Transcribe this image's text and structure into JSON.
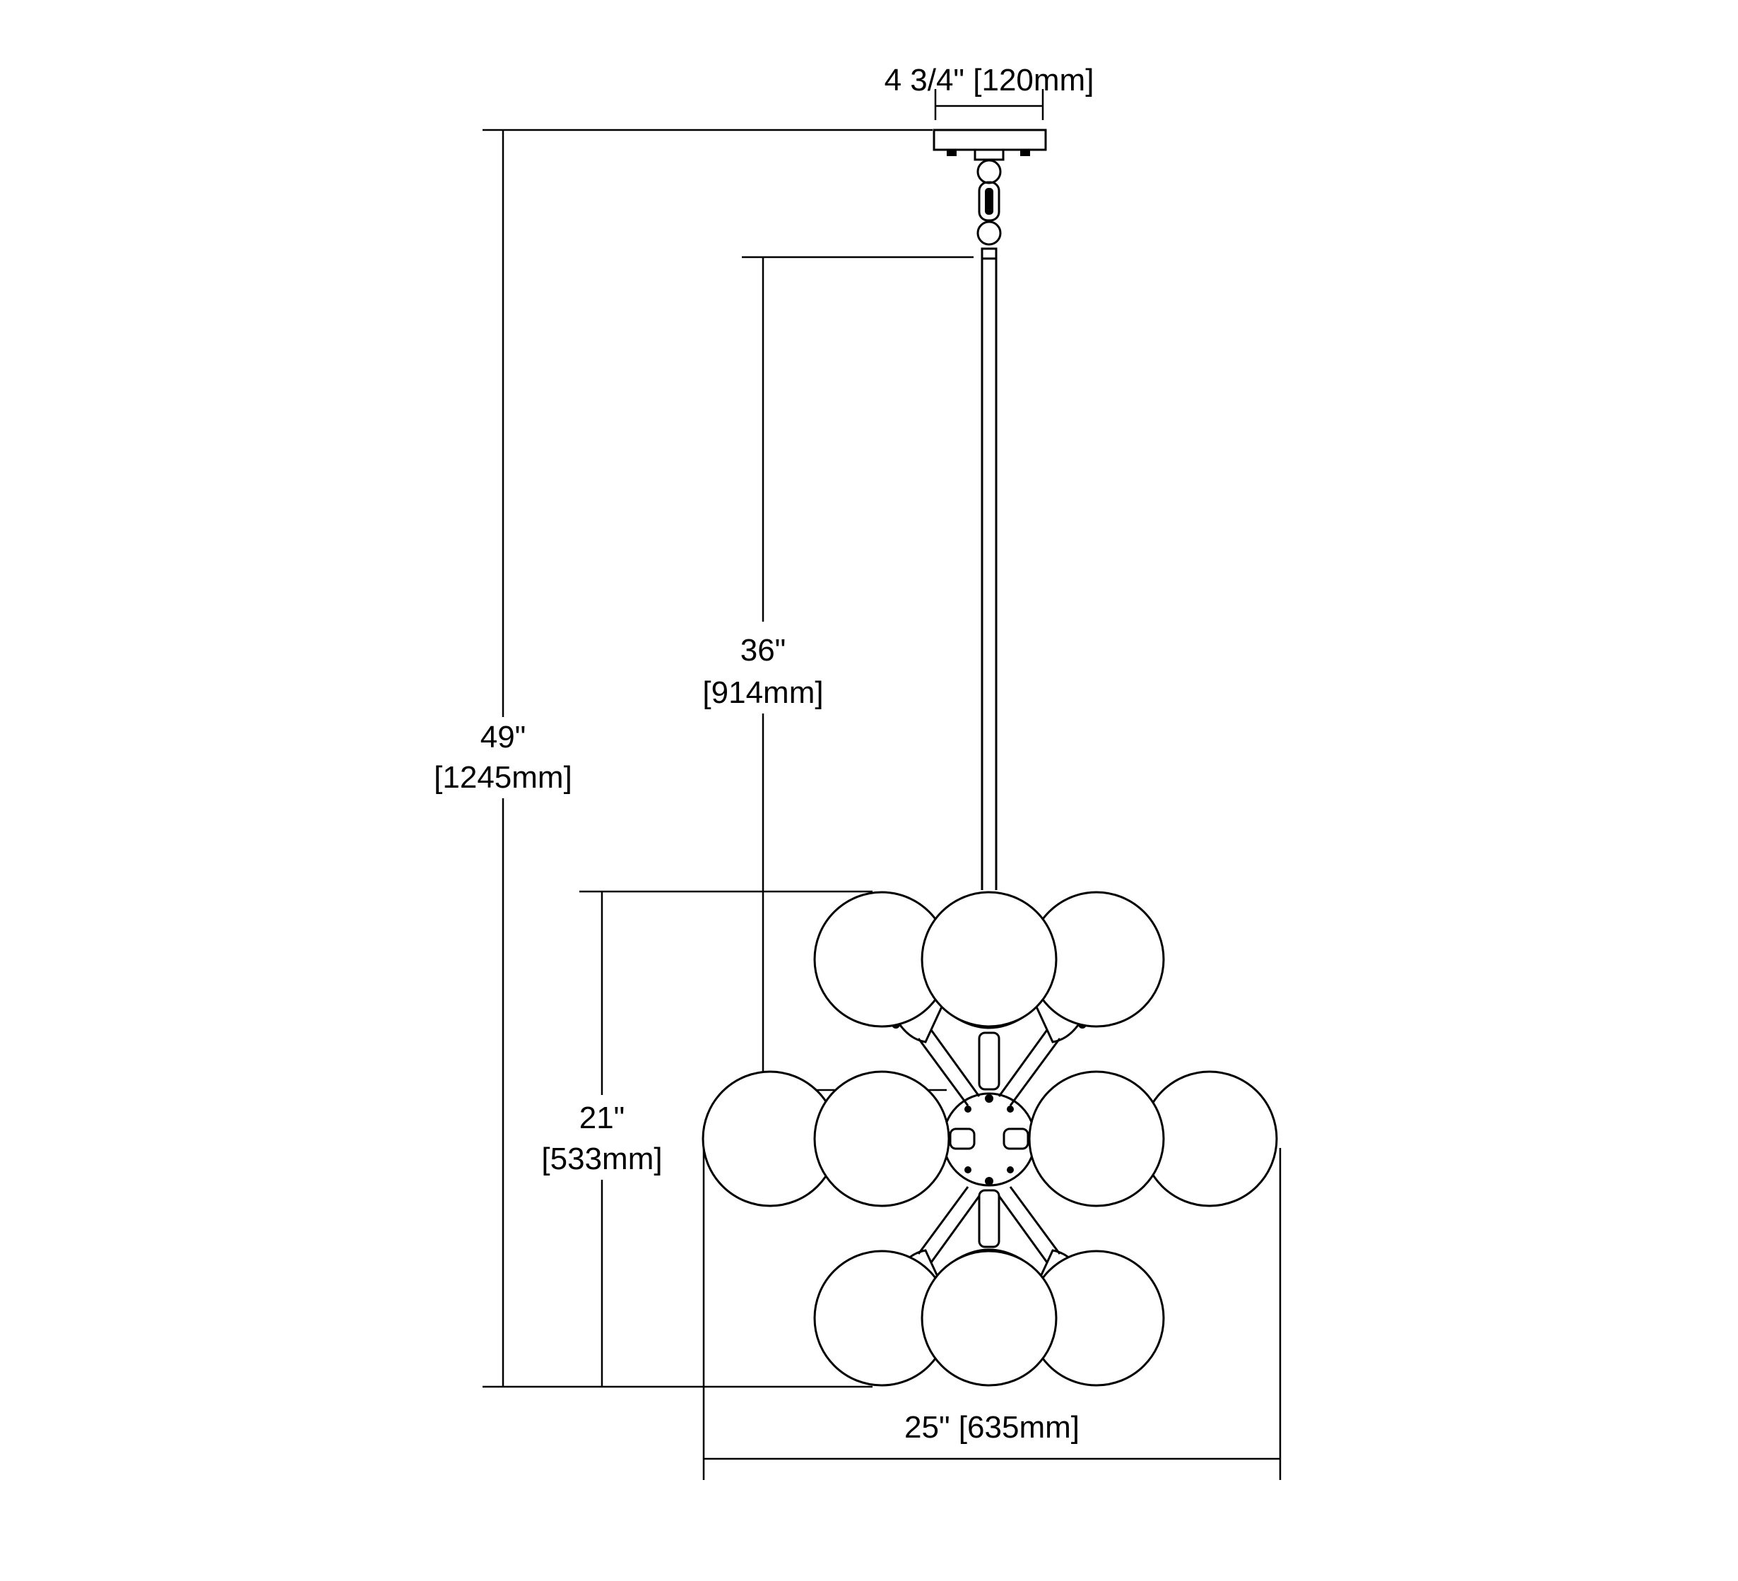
{
  "dimensions": {
    "canopy_width": "4 3/4\" [120mm]",
    "overall_height_in": "49\"",
    "overall_height_mm": "[1245mm]",
    "rod_length_in": "36\"",
    "rod_length_mm": "[914mm]",
    "fixture_height_in": "21\"",
    "fixture_height_mm": "[533mm]",
    "fixture_width": "25\" [635mm]"
  }
}
